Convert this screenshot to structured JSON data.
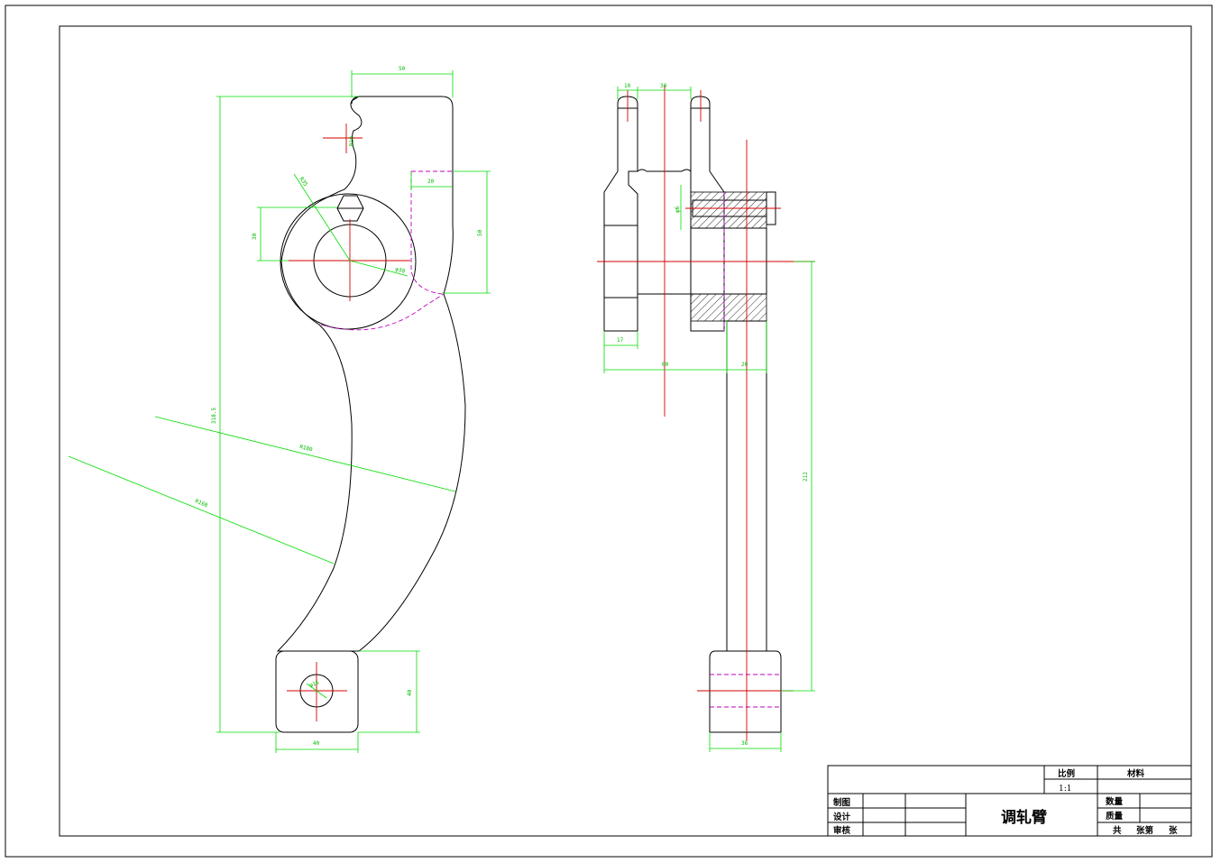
{
  "drawing": {
    "colors": {
      "outline": "#000000",
      "dimension": "#00dd00",
      "centerline": "#d40000",
      "hidden": "#c000c0"
    },
    "front_view_dims": {
      "top_width": "50",
      "overall_height": "318.5",
      "notch_radius": "R10",
      "slot_depth": "20",
      "slot_height": "50",
      "hole_diameter": "φ30",
      "boss_offset": "30",
      "boss_radius": "R35",
      "outer_arc_radius": "R180",
      "inner_arc_radius": "R160",
      "bottom_hole_diameter": "φ16",
      "bottom_height": "40",
      "bottom_width": "40"
    },
    "side_view_dims": {
      "fork_width_left": "10",
      "fork_gap": "30",
      "pin_hole_diameter": "φ6",
      "base_width": "17",
      "hub_width": "60",
      "rod_diameter": "20",
      "length": "212",
      "bottom_width": "36"
    }
  },
  "title_block": {
    "part_name": "调轧臂",
    "scale_label": "比例",
    "scale_value": "1:1",
    "material_label": "材料",
    "drawn_label": "制图",
    "design_label": "设计",
    "check_label": "审核",
    "quantity_label": "数量",
    "weight_label": "质量",
    "sheet_total": "共",
    "sheet_of": "张第",
    "sheet_unit": "张"
  }
}
